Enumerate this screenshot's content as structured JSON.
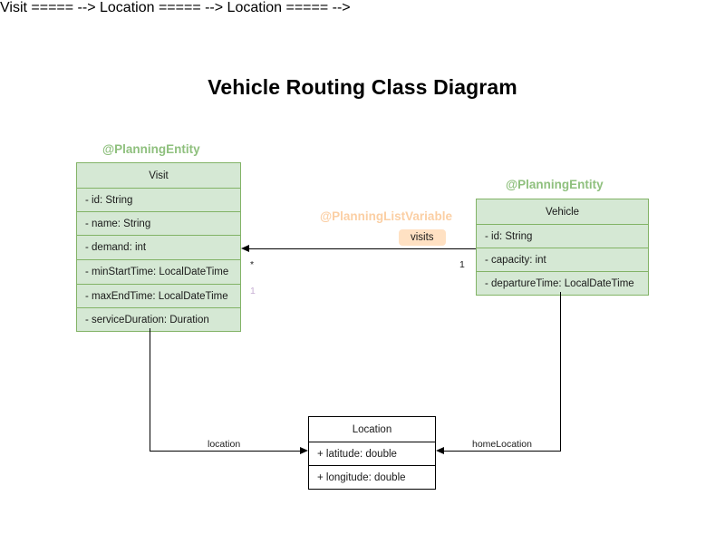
{
  "diagram": {
    "title": "Vehicle Routing Class Diagram",
    "type": "uml-class-diagram"
  },
  "annotations": {
    "visit_stereotype": "@PlanningEntity",
    "vehicle_stereotype": "@PlanningEntity",
    "list_variable_stereotype": "@PlanningListVariable"
  },
  "classes": [
    {
      "id": "visit",
      "name": "Visit",
      "stereotype": "@PlanningEntity",
      "attributes": [
        "- id: String",
        "- name: String",
        "- demand: int",
        "- minStartTime: LocalDateTime",
        "- maxEndTime: LocalDateTime",
        "- serviceDuration: Duration"
      ]
    },
    {
      "id": "vehicle",
      "name": "Vehicle",
      "stereotype": "@PlanningEntity",
      "attributes": [
        "- id: String",
        "- capacity: int",
        "- departureTime: LocalDateTime"
      ]
    },
    {
      "id": "location",
      "name": "Location",
      "stereotype": "",
      "attributes": [
        "+ latitude: double",
        "+ longitude: double"
      ]
    }
  ],
  "relationships": [
    {
      "id": "visits",
      "label": "visits",
      "from": "Vehicle",
      "to": "Visit",
      "source_multiplicity": "1",
      "target_multiplicity": "*"
    },
    {
      "id": "location",
      "label": "location",
      "from": "Visit",
      "to": "Location",
      "source_multiplicity": "1",
      "target_multiplicity": ""
    },
    {
      "id": "home-location",
      "label": "homeLocation",
      "from": "Vehicle",
      "to": "Location",
      "source_multiplicity": "",
      "target_multiplicity": ""
    }
  ],
  "colors": {
    "entity_fill": "#d5e8d4",
    "entity_border": "#82b366",
    "annotation_green": "#8fc07e",
    "annotation_orange": "#fbcfa4",
    "role_badge_fill": "#ffe1c3",
    "line": "#000000"
  }
}
